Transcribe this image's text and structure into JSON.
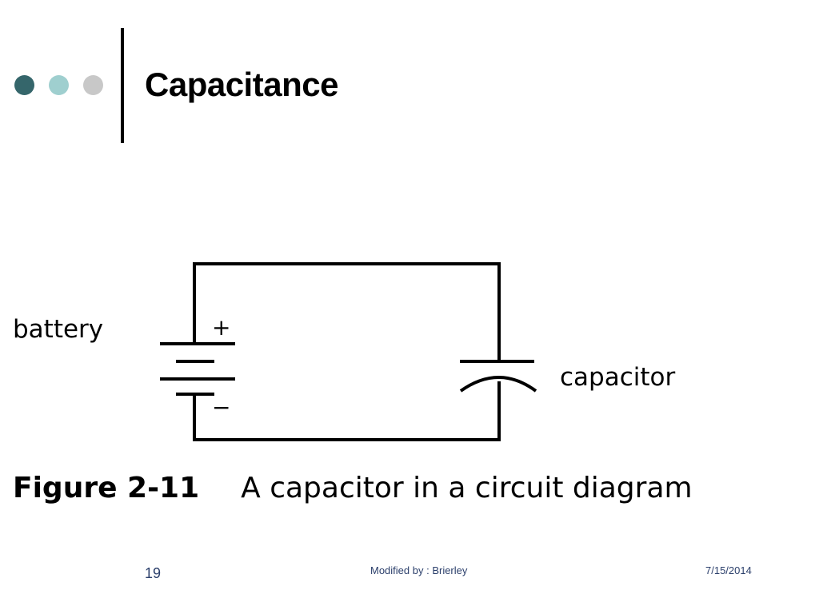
{
  "slide": {
    "title": "Capacitance",
    "figure": {
      "number": "Figure 2-11",
      "caption": "A capacitor in a circuit diagram",
      "labels": {
        "battery": "battery",
        "capacitor": "capacitor",
        "plus": "+",
        "minus": "−"
      }
    }
  },
  "footer": {
    "page_number": "19",
    "modified_by": "Modified by : Brierley",
    "date": "7/15/2014"
  },
  "colors": {
    "dot_dark": "#35666b",
    "dot_light": "#9fcfcf",
    "dot_gray": "#c8c8c8",
    "footer_text": "#2b3f6b"
  }
}
